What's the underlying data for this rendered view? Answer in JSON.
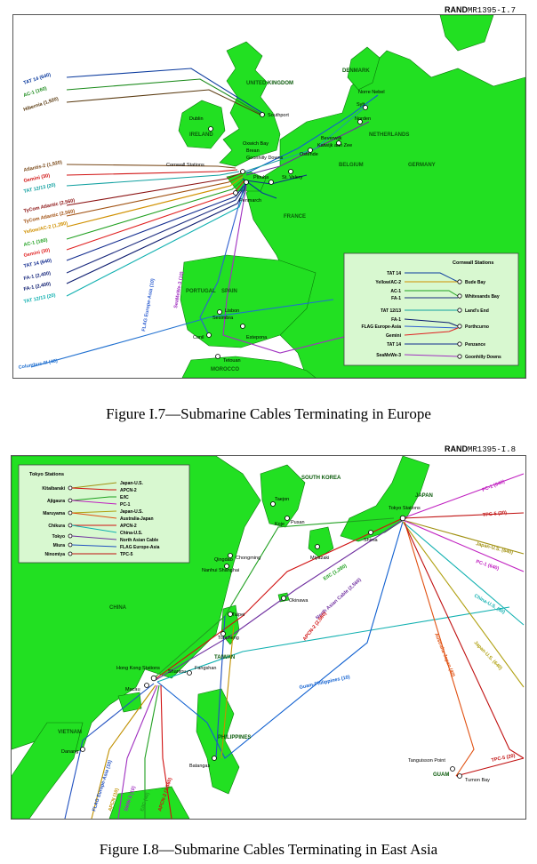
{
  "header1": {
    "brand": "RAND",
    "code": "MR1395-I.7"
  },
  "header2": {
    "brand": "RAND",
    "code": "MR1395-I.8"
  },
  "caption1": "Figure I.7—Submarine Cables Terminating in Europe",
  "caption2": "Figure I.8—Submarine Cables Terminating in East Asia",
  "europe": {
    "countries": [
      "UNITED KINGDOM",
      "IRELAND",
      "GERMANY",
      "NETHERLANDS",
      "BELGIUM",
      "FRANCE",
      "PORTUGAL",
      "SPAIN",
      "DENMARK",
      "MOROCCO"
    ],
    "places": [
      "Dublin",
      "Southport",
      "Oxwich Bay",
      "Brean",
      "Goonhilly Downs",
      "Bude Bay",
      "Land's End",
      "Whitesands Bay",
      "Porthcurno",
      "Penzance",
      "Cornwall Stations",
      "Norden",
      "Sylt",
      "Norre Nebel",
      "Katwijk aan Zee",
      "Beverwijk",
      "Ostende",
      "St. Valery",
      "Lisbon",
      "Sesimbra",
      "Conil",
      "Estepona",
      "Tetouan",
      "Plouha",
      "Penmarch"
    ],
    "cables_left": [
      {
        "name": "TAT 14 (640)",
        "color": "#0a3a9e"
      },
      {
        "name": "AC-1 (160)",
        "color": "#1a8a1a"
      },
      {
        "name": "Hibernia (1,920)",
        "color": "#5a3a10"
      },
      {
        "name": "Atlantis-2 (1,920)",
        "color": "#7a4a1a"
      },
      {
        "name": "Gemini (30)",
        "color": "#d01010"
      },
      {
        "name": "TAT 12/13 (20)",
        "color": "#10a0a0"
      },
      {
        "name": "TyCom Atlantic (2,560)",
        "color": "#8a1010"
      },
      {
        "name": "TyCom Atlantic (2,560)",
        "color": "#a05010"
      },
      {
        "name": "Yellow/AC-2 (1,280)",
        "color": "#d09000"
      },
      {
        "name": "AC-1 (160)",
        "color": "#20a020"
      },
      {
        "name": "Gemini (30)",
        "color": "#e02020"
      },
      {
        "name": "TAT 14 (640)",
        "color": "#102a8e"
      },
      {
        "name": "FA-1 (2,400)",
        "color": "#1a2a7e"
      },
      {
        "name": "FA-1 (2,400)",
        "color": "#0a1a6e"
      },
      {
        "name": "TAT 12/13 (20)",
        "color": "#10b0b0"
      }
    ],
    "bottom_labels": [
      {
        "name": "FLAG Europe-Asia (10)",
        "color": "#3060d0"
      },
      {
        "name": "SeaMeWe-3 (10)",
        "color": "#a030c0"
      },
      {
        "name": "Columbus-III (40)",
        "color": "#2070d0"
      }
    ],
    "inset": {
      "title": "Cornwall Stations",
      "cables": [
        "TAT 14",
        "Yellow/AC-2",
        "AC-1",
        "FA-1",
        "TAT 12/13",
        "FA-1",
        "FLAG Europe-Asia",
        "Gemini",
        "TAT 14",
        "SeaMeWe-3"
      ],
      "stations": [
        "Bude Bay",
        "Whitesands Bay",
        "Land's End",
        "Porthcurno",
        "Penzance",
        "Goonhilly Downs"
      ]
    }
  },
  "asia": {
    "countries": [
      "CHINA",
      "JAPAN",
      "SOUTH KOREA",
      "VIETNAM",
      "PHILIPPINES",
      "TAIWAN",
      "GUAM"
    ],
    "places": [
      "Taejon",
      "Koje",
      "Pusan",
      "Tokyo Stations",
      "Shima",
      "Miyazaki",
      "Okinawa",
      "Qingdao",
      "Nanhui Shanghai",
      "Chongming",
      "Taipei",
      "Toucheng",
      "Fangshan",
      "Shantou",
      "Hong Kong Stations",
      "Macau",
      "Danang",
      "Batangas",
      "Tanguisson Point",
      "Tumon Bay"
    ],
    "inset": {
      "title": "Tokyo Stations",
      "stations": [
        "Kitaibaraki",
        "Ajigaura",
        "Maruyama",
        "Chikura",
        "Tokyo",
        "Miura",
        "Ninomiya"
      ],
      "cables": [
        "Japan-U.S.",
        "APCN-2",
        "E/IC",
        "PC-1",
        "Japan-U.S.",
        "Australia-Japan",
        "APCN-2",
        "China-U.S.",
        "North Asian Cable",
        "FLAG Europe-Asia",
        "TPC-5"
      ]
    },
    "right_labels": [
      {
        "name": "PC-1 (640)",
        "color": "#c020c0"
      },
      {
        "name": "TPC-5 (20)",
        "color": "#c01010"
      },
      {
        "name": "Japan-U.S. (640)",
        "color": "#a09010"
      },
      {
        "name": "PC-1 (640)",
        "color": "#c020c0"
      },
      {
        "name": "China-U.S. (80)",
        "color": "#10b0b0"
      },
      {
        "name": "Japan-U.S. (640)",
        "color": "#b0a010"
      },
      {
        "name": "Australia-Japan (40)",
        "color": "#e05010"
      },
      {
        "name": "TPC-5 (20)",
        "color": "#c01010"
      }
    ],
    "mid_labels": [
      {
        "name": "E/IC (1,280)",
        "color": "#20a020"
      },
      {
        "name": "North Asian Cable (2,560)",
        "color": "#7030a0"
      },
      {
        "name": "APCN-2 (2,560)",
        "color": "#d01010"
      },
      {
        "name": "Guam-Philippines (10)",
        "color": "#1060d0"
      }
    ],
    "bottom_labels": [
      {
        "name": "FLAG Europe-Asia (10)",
        "color": "#2050c0"
      },
      {
        "name": "APCN (10)",
        "color": "#c09000"
      },
      {
        "name": "SMW-3 (10)",
        "color": "#a030c0"
      },
      {
        "name": "E/IC (40)",
        "color": "#20a020"
      },
      {
        "name": "APCN-2 (2,560)",
        "color": "#d01010"
      }
    ]
  }
}
